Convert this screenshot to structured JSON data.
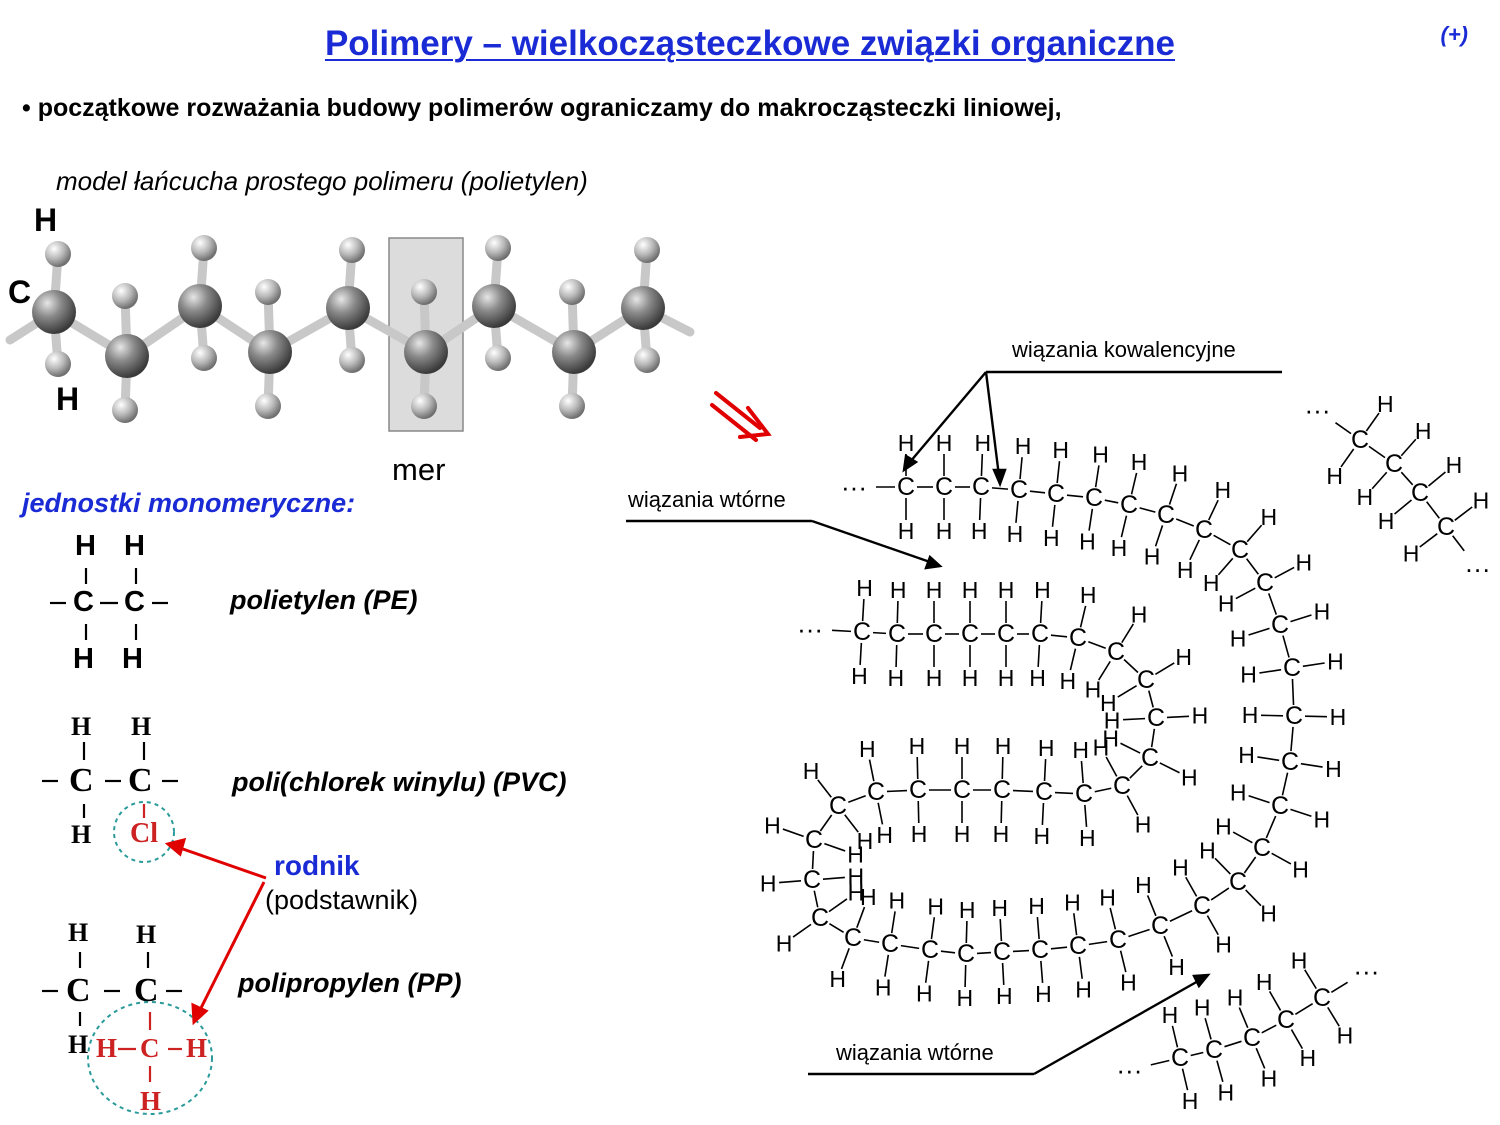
{
  "title": "Polimery – wielkocząsteczkowe związki organiczne",
  "corner_mark": "(+)",
  "bullet_text": "• początkowe rozważania budowy polimerów ograniczamy do makrocząsteczki liniowej,",
  "model_caption": "model łańcucha prostego polimeru (polietylen)",
  "model_atom_labels": {
    "h_top": "H",
    "c": "C",
    "h_bottom": "H"
  },
  "mer_label": "mer",
  "monomer_heading": "jednostki monomeryczne:",
  "polymers": [
    {
      "name": "polietylen (PE)"
    },
    {
      "name": "poli(chlorek winylu) (PVC)",
      "substituent": "Cl"
    },
    {
      "name": "polipropylen (PP)",
      "substituent": "H–C–H"
    }
  ],
  "radical_label": "rodnik",
  "substituent_label": "(podstawnik)",
  "bond_labels": {
    "covalent": "wiązania kowalencyjne",
    "secondary_1": "wiązania wtórne",
    "secondary_2": "wiązania wtórne"
  },
  "chain_symbols": {
    "carbon": "C",
    "hydrogen": "H",
    "ellipsis": "···"
  },
  "colors": {
    "title": "#1a2bd6",
    "substituent": "#cc2222",
    "arrow": "#e00000",
    "circle": "#2a9a9a"
  }
}
